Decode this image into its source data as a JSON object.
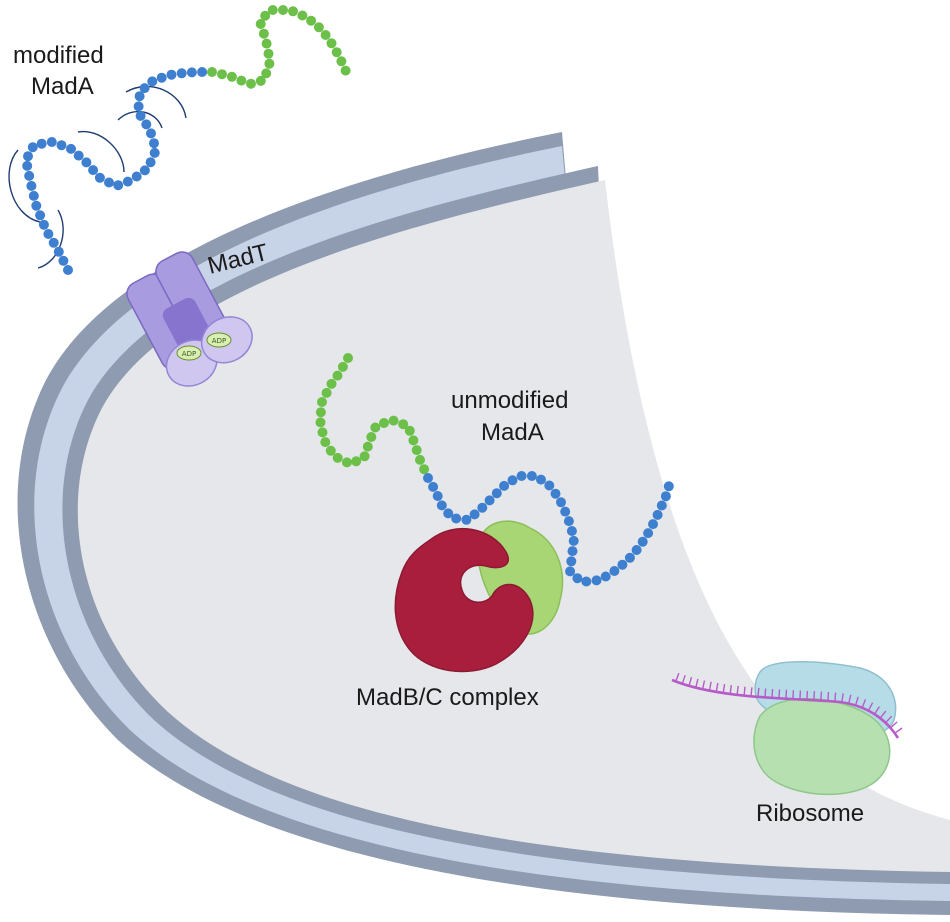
{
  "labels": {
    "modified_line1": "modified",
    "modified_line2": "MadA",
    "transporter": "MadT",
    "unmodified_line1": "unmodified",
    "unmodified_line2": "MadA",
    "complex": "MadB/C complex",
    "ribosome": "Ribosome",
    "adp_left": "ADP",
    "adp_right": "ADP"
  },
  "icons": {
    "peptide_modified": "modified-peptide-chain-icon",
    "peptide_unmodified": "unmodified-peptide-chain-icon",
    "transporter": "transporter-icon",
    "enzyme_complex": "enzyme-complex-icon",
    "ribosome": "ribosome-icon",
    "mrna": "mrna-strand-icon"
  },
  "colors": {
    "cytoplasm": "#e6e7ea",
    "membrane_dark": "#8e9bb0",
    "membrane_light": "#c7d3e6",
    "leader_green": "#6cc04a",
    "core_blue": "#3f7fcf",
    "modification_ring": "#1f3d73",
    "transporter_purple": "#a99be0",
    "transporter_dark": "#8774cf",
    "madb_red": "#a81e3c",
    "madc_green": "#a8d675",
    "ribosome_small": "#b6dce8",
    "ribosome_large": "#b7e0b0",
    "mrna_purple": "#b55cc8"
  }
}
